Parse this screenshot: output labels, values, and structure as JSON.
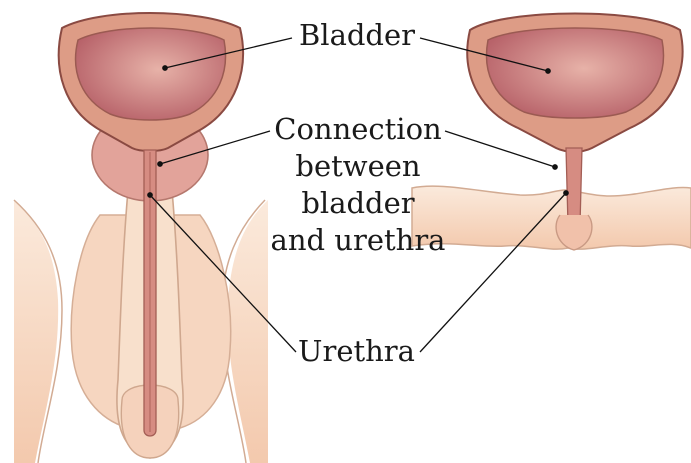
{
  "labels": {
    "bladder": "Bladder",
    "connection": [
      "Connection",
      "between",
      "bladder",
      "and urethra"
    ],
    "urethra": "Urethra"
  },
  "colors": {
    "skin": "#f7dcc6",
    "skin_outline": "#c9a590",
    "bladder_wall": "#dd9c86",
    "bladder_inner": "#b8636a",
    "bladder_outline": "#8a4a42",
    "prostate": "#e3a9a0",
    "leader_line": "#111111"
  }
}
